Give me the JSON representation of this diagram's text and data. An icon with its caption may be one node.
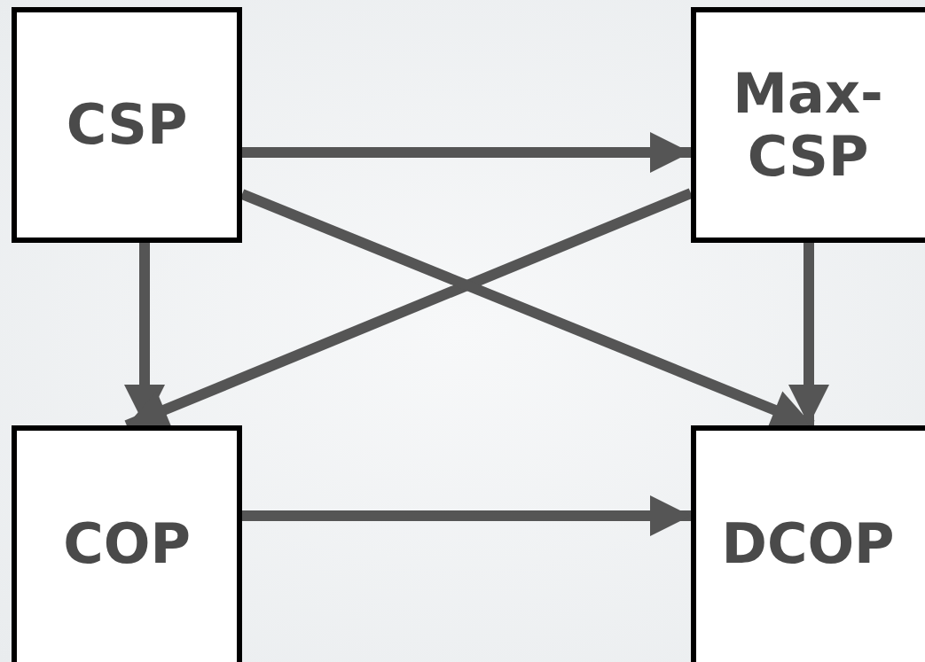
{
  "diagram": {
    "nodes": [
      {
        "text": [
          "CSP"
        ]
      },
      {
        "text": [
          "Max-CSP"
        ]
      },
      {
        "text": [
          "COP"
        ]
      },
      {
        "text": [
          "DCOP"
        ]
      }
    ],
    "edges": [
      {
        "from": 0,
        "to": 1,
        "arrow": "to"
      },
      {
        "from": 0,
        "to": 2,
        "arrow": "to"
      },
      {
        "from": 1,
        "to": 2,
        "arrow": "to"
      },
      {
        "from": 0,
        "to": 3,
        "arrow": "to"
      },
      {
        "from": 1,
        "to": 3,
        "arrow": "to"
      },
      {
        "from": 2,
        "to": 3,
        "arrow": "to"
      }
    ]
  }
}
